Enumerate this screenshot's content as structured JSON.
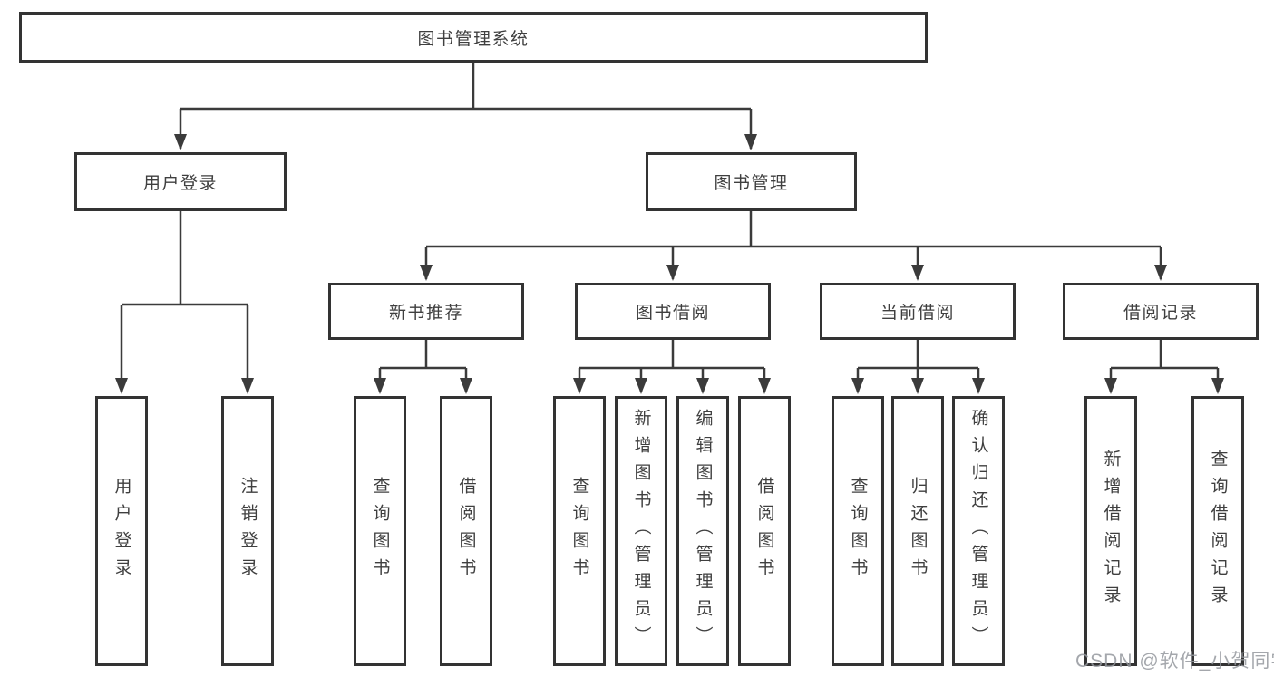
{
  "diagram_title": "图书管理系统",
  "tree": {
    "label": "图书管理系统",
    "children": [
      {
        "label": "用户登录",
        "children": [
          {
            "label": "用户登录"
          },
          {
            "label": "注销登录"
          }
        ]
      },
      {
        "label": "图书管理",
        "children": [
          {
            "label": "新书推荐",
            "children": [
              {
                "label": "查询图书"
              },
              {
                "label": "借阅图书"
              }
            ]
          },
          {
            "label": "图书借阅",
            "children": [
              {
                "label": "查询图书"
              },
              {
                "label": "新增图书（管理员）"
              },
              {
                "label": "编辑图书（管理员）"
              },
              {
                "label": "借阅图书"
              }
            ]
          },
          {
            "label": "当前借阅",
            "children": [
              {
                "label": "查询图书"
              },
              {
                "label": "归还图书"
              },
              {
                "label": "确认归还（管理员）"
              }
            ]
          },
          {
            "label": "借阅记录",
            "children": [
              {
                "label": "新增借阅记录"
              },
              {
                "label": "查询借阅记录"
              }
            ]
          }
        ]
      }
    ]
  },
  "watermark": "CSDN @软件_小贺同学",
  "colors": {
    "line": "#3b3b3b",
    "box_border": "#333333",
    "text": "#3f3f3f",
    "watermark": "#94989e",
    "background": "#ffffff"
  }
}
